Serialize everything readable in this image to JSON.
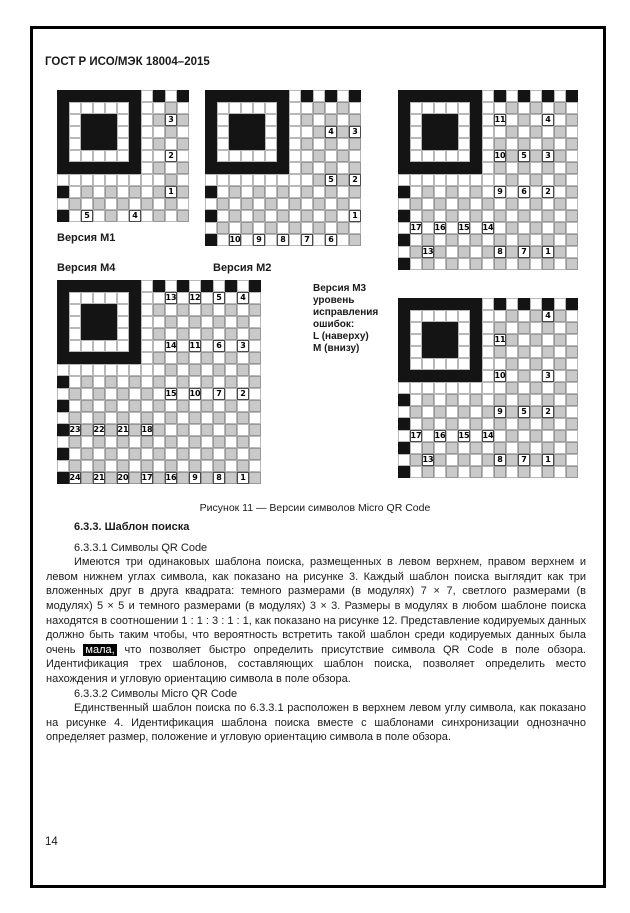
{
  "page": {
    "header": "ГОСТ Р ИСО/МЭК 18004–2015",
    "page_number": "14"
  },
  "figure": {
    "caption": "Рисунок 11 — Версии символов Micro QR Code",
    "m3_note": "Версия М3\nуровень\nисправления\nошибок:\nL (наверху)\nМ (внизу)",
    "diagrams": [
      {
        "key": "m1",
        "label": "Версия М1",
        "size": 11,
        "numbers": [
          {
            "r": 2,
            "c": 9,
            "v": "3"
          },
          {
            "r": 5,
            "c": 9,
            "v": "2"
          },
          {
            "r": 8,
            "c": 9,
            "v": "1"
          },
          {
            "r": 10,
            "c": 2,
            "v": "5"
          },
          {
            "r": 10,
            "c": 6,
            "v": "4"
          }
        ]
      },
      {
        "key": "m2",
        "label": "Версия М2",
        "size": 13,
        "numbers": [
          {
            "r": 3,
            "c": 10,
            "v": "4"
          },
          {
            "r": 3,
            "c": 12,
            "v": "3"
          },
          {
            "r": 7,
            "c": 10,
            "v": "5"
          },
          {
            "r": 7,
            "c": 12,
            "v": "2"
          },
          {
            "r": 10,
            "c": 12,
            "v": "1"
          },
          {
            "r": 12,
            "c": 2,
            "v": "10"
          },
          {
            "r": 12,
            "c": 4,
            "v": "9"
          },
          {
            "r": 12,
            "c": 6,
            "v": "8"
          },
          {
            "r": 12,
            "c": 8,
            "v": "7"
          },
          {
            "r": 12,
            "c": 10,
            "v": "6"
          }
        ]
      },
      {
        "key": "m3a",
        "label": "",
        "size": 15,
        "numbers": [
          {
            "r": 2,
            "c": 8,
            "v": "11"
          },
          {
            "r": 2,
            "c": 12,
            "v": "4"
          },
          {
            "r": 5,
            "c": 8,
            "v": "10"
          },
          {
            "r": 5,
            "c": 10,
            "v": "5"
          },
          {
            "r": 5,
            "c": 12,
            "v": "3"
          },
          {
            "r": 8,
            "c": 8,
            "v": "9"
          },
          {
            "r": 8,
            "c": 10,
            "v": "6"
          },
          {
            "r": 8,
            "c": 12,
            "v": "2"
          },
          {
            "r": 11,
            "c": 1,
            "v": "17"
          },
          {
            "r": 11,
            "c": 3,
            "v": "16"
          },
          {
            "r": 11,
            "c": 5,
            "v": "15"
          },
          {
            "r": 11,
            "c": 7,
            "v": "14"
          },
          {
            "r": 13,
            "c": 2,
            "v": "13"
          },
          {
            "r": 13,
            "c": 8,
            "v": "8"
          },
          {
            "r": 13,
            "c": 10,
            "v": "7"
          },
          {
            "r": 13,
            "c": 12,
            "v": "1"
          }
        ]
      },
      {
        "key": "m4",
        "label": "Версия М4",
        "size": 17,
        "numbers": [
          {
            "r": 1,
            "c": 9,
            "v": "13"
          },
          {
            "r": 1,
            "c": 11,
            "v": "12"
          },
          {
            "r": 1,
            "c": 13,
            "v": "5"
          },
          {
            "r": 1,
            "c": 15,
            "v": "4"
          },
          {
            "r": 5,
            "c": 9,
            "v": "14"
          },
          {
            "r": 5,
            "c": 11,
            "v": "11"
          },
          {
            "r": 5,
            "c": 13,
            "v": "6"
          },
          {
            "r": 5,
            "c": 15,
            "v": "3"
          },
          {
            "r": 9,
            "c": 9,
            "v": "15"
          },
          {
            "r": 9,
            "c": 11,
            "v": "10"
          },
          {
            "r": 9,
            "c": 13,
            "v": "7"
          },
          {
            "r": 9,
            "c": 15,
            "v": "2"
          },
          {
            "r": 12,
            "c": 1,
            "v": "23"
          },
          {
            "r": 12,
            "c": 3,
            "v": "22"
          },
          {
            "r": 12,
            "c": 5,
            "v": "21"
          },
          {
            "r": 12,
            "c": 7,
            "v": "18"
          },
          {
            "r": 16,
            "c": 1,
            "v": "24"
          },
          {
            "r": 16,
            "c": 3,
            "v": "21"
          },
          {
            "r": 16,
            "c": 5,
            "v": "20"
          },
          {
            "r": 16,
            "c": 7,
            "v": "17"
          },
          {
            "r": 16,
            "c": 9,
            "v": "16"
          },
          {
            "r": 16,
            "c": 11,
            "v": "9"
          },
          {
            "r": 16,
            "c": 13,
            "v": "8"
          },
          {
            "r": 16,
            "c": 15,
            "v": "1"
          }
        ]
      },
      {
        "key": "m3b",
        "label": "",
        "size": 15,
        "numbers": [
          {
            "r": 1,
            "c": 12,
            "v": "4"
          },
          {
            "r": 3,
            "c": 8,
            "v": "11"
          },
          {
            "r": 6,
            "c": 8,
            "v": "10"
          },
          {
            "r": 6,
            "c": 12,
            "v": "3"
          },
          {
            "r": 9,
            "c": 8,
            "v": "9"
          },
          {
            "r": 9,
            "c": 10,
            "v": "5"
          },
          {
            "r": 9,
            "c": 12,
            "v": "2"
          },
          {
            "r": 11,
            "c": 1,
            "v": "17"
          },
          {
            "r": 11,
            "c": 3,
            "v": "16"
          },
          {
            "r": 11,
            "c": 5,
            "v": "15"
          },
          {
            "r": 11,
            "c": 7,
            "v": "14"
          },
          {
            "r": 13,
            "c": 2,
            "v": "13"
          },
          {
            "r": 13,
            "c": 8,
            "v": "8"
          },
          {
            "r": 13,
            "c": 10,
            "v": "7"
          },
          {
            "r": 13,
            "c": 12,
            "v": "1"
          }
        ]
      }
    ]
  },
  "text": {
    "s633_title": "6.3.3. Шаблон поиска",
    "s6331_head": "6.3.3.1 Символы QR Code",
    "s6331_body_a": "Имеются три одинаковых шаблона поиска, размещенных в левом верхнем, правом верхнем и левом нижнем углах символа, как показано на рисунке 3. Каждый шаблон поиска выглядит как три вложенных друг в друга квадрата: темного размерами (в модулях) 7 × 7, светлого размерами (в модулях) 5 × 5 и темного размерами (в модулях) 3 × 3. Размеры в модулях в любом шаблоне поиска находятся в соотношении 1 : 1 : 3 : 1 : 1, как показано на рисунке 12. Представление кодируемых данных должно быть таким чтобы, что вероятность встретить такой шаблон среди кодируемых данных была очень ",
    "s6331_body_hl": "мала,",
    "s6331_body_b": " что позволяет быстро определить присутствие символа QR Code в поле обзора. Идентификация трех шаблонов, составляющих шаблон поиска, позволяет определить место нахождения и угловую ориентацию символа в поле обзора.",
    "s6332_head": "6.3.3.2 Символы Micro QR Code",
    "s6332_body": "Единственный шаблон поиска по 6.3.3.1 расположен в верхнем левом углу символа, как показано на рисунке 4. Идентификация шаблона поиска вместе с шаблонами синхронизации однозначно определяет размер, положение и угловую ориентацию символа в поле обзора."
  },
  "colors": {
    "module_dark": "#141414",
    "module_gray": "#c9c9c9",
    "highlight_bg": "#000000"
  }
}
